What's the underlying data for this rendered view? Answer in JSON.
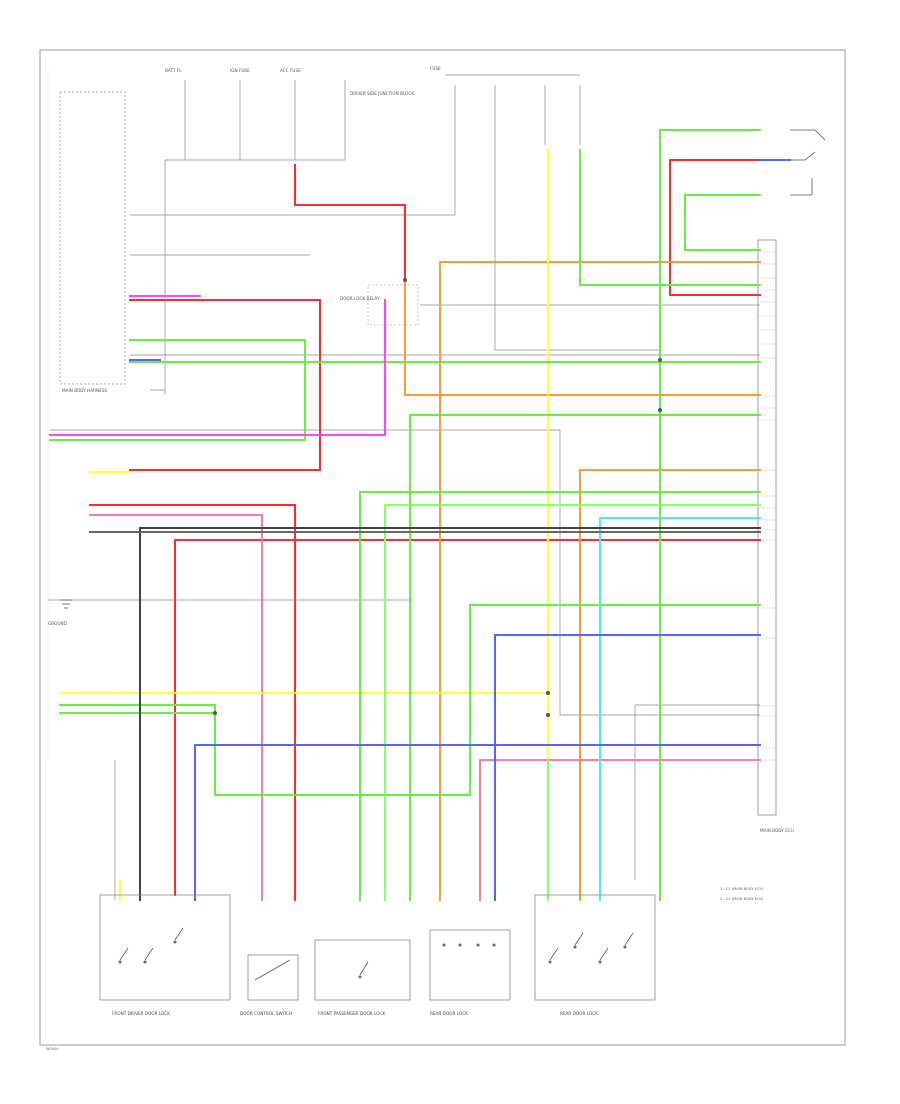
{
  "colors": {
    "red": "#ff2a2a",
    "pink": "#ff7b9c",
    "orange": "#ff9a30",
    "yellow": "#ffff33",
    "green": "#66ee44",
    "lightgreen": "#88ff66",
    "cyan": "#44eeee",
    "blue": "#5566ff",
    "magenta": "#ff44ff",
    "gray": "#9a9a9a",
    "black": "#333333"
  },
  "labels": {
    "fuse_a": "BATT FL",
    "fuse_b": "IGN FUSE",
    "fuse_c": "ACC FUSE",
    "fuse_d": "FUSE",
    "junction_main": "DRIVER SIDE JUNCTION BLOCK",
    "harness_left": "MAIN BODY HARNESS",
    "ground_label": "GROUND",
    "door_lock_relay": "DOOR LOCK RELAY",
    "ecu_right": "MAIN BODY ECU",
    "c1_note": "1 : C1 (MAIN BODY ECU)",
    "c2_note": "2 : C2 (MAIN BODY ECU)",
    "bottom_1": "FRONT DRIVER DOOR LOCK",
    "bottom_2": "DOOR CONTROL SWITCH",
    "bottom_3": "FRONT PASSENGER DOOR LOCK",
    "bottom_4": "REAR DOOR LOCK",
    "bottom_5": "REAR DOOR LOCK",
    "fig_id": "W0000"
  }
}
